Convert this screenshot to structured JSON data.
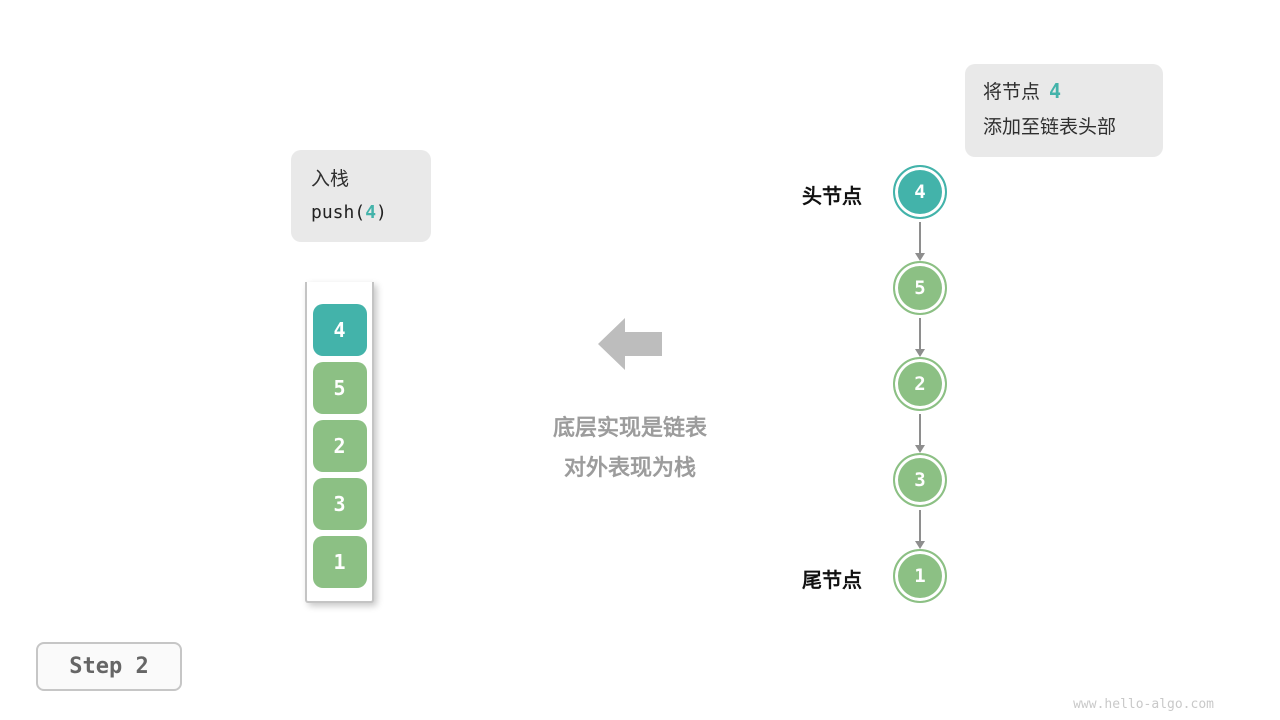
{
  "colors": {
    "teal": "#43b3aa",
    "green": "#8cc084",
    "note_bg": "#e9e9e9",
    "arrow_gray": "#bdbdbd",
    "caption_gray": "#9c9c9c"
  },
  "note": {
    "line1_prefix": "将节点",
    "highlight": "4",
    "line2": "添加至链表头部"
  },
  "push": {
    "title": "入栈",
    "code_prefix": "push(",
    "arg": "4",
    "code_suffix": ")"
  },
  "stack": {
    "items": [
      {
        "value": "4",
        "color": "teal"
      },
      {
        "value": "5",
        "color": "green"
      },
      {
        "value": "2",
        "color": "green"
      },
      {
        "value": "3",
        "color": "green"
      },
      {
        "value": "1",
        "color": "green"
      }
    ]
  },
  "caption": {
    "line1": "底层实现是链表",
    "line2": "对外表现为栈"
  },
  "list": {
    "head_label": "头节点",
    "tail_label": "尾节点",
    "nodes": [
      {
        "value": "4",
        "color": "teal"
      },
      {
        "value": "5",
        "color": "green"
      },
      {
        "value": "2",
        "color": "green"
      },
      {
        "value": "3",
        "color": "green"
      },
      {
        "value": "1",
        "color": "green"
      }
    ]
  },
  "step": {
    "label": "Step 2"
  },
  "watermark": "www.hello-algo.com"
}
